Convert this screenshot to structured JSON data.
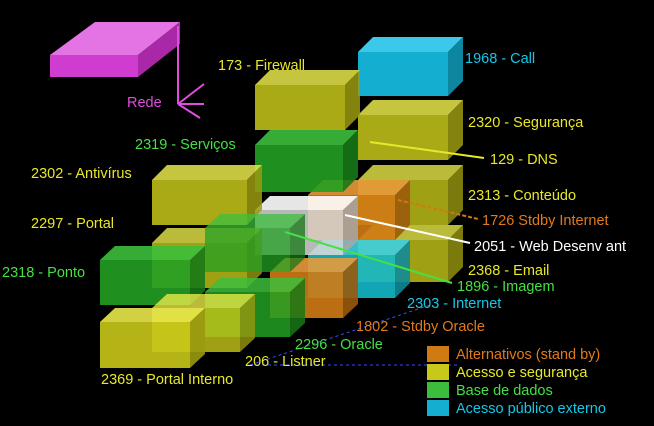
{
  "colors": {
    "background": "#000000",
    "rede": "#e04be0",
    "alternativos": "#d07a14",
    "acesso_seguranca": "#c8c81a",
    "base_dados": "#3cbe3c",
    "acesso_publico": "#14aed0",
    "web_desenv": "#e8e8e8"
  },
  "network": {
    "label": "Rede"
  },
  "servers": {
    "firewall": "173 - Firewall",
    "call": "1968 - Call",
    "servicos": "2319 - Serviços",
    "seguranca": "2320 - Segurança",
    "dns": "129 - DNS",
    "antivirus": "2302 - Antivírus",
    "conteudo": "2313 - Conteúdo",
    "stdby_internet": "1726 Stdby Internet",
    "portal": "2297 - Portal",
    "web_desenv": "2051 - Web Desenv ant",
    "email": "2368 - Email",
    "ponto": "2318 - Ponto",
    "imagem": "1896 - Imagem",
    "internet": "2303 - Internet",
    "stdby_oracle": "1802 - Stdby Oracle",
    "oracle": "2296 - Oracle",
    "listner": "206 - Listner",
    "portal_interno": "2369 - Portal Interno"
  },
  "legend": {
    "items": [
      {
        "label": "Alternativos (stand by)",
        "color": "#d07a14"
      },
      {
        "label": "Acesso e segurança",
        "color": "#c8c81a"
      },
      {
        "label": "Base de dados",
        "color": "#3cbe3c"
      },
      {
        "label": "Acesso público externo",
        "color": "#14aed0"
      }
    ]
  }
}
